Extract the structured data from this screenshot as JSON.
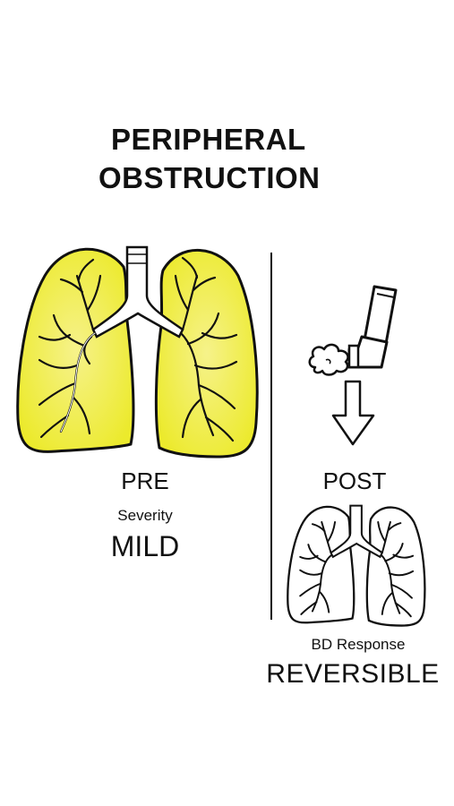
{
  "title": {
    "line1": "PERIPHERAL",
    "line2": "OBSTRUCTION"
  },
  "pre": {
    "label": "PRE",
    "severity_label": "Severity",
    "severity_value": "MILD",
    "lung_color": "#f0ec3a"
  },
  "post": {
    "label": "POST",
    "response_label": "BD Response",
    "response_value": "REVERSIBLE",
    "lung_color": "#ffffff"
  },
  "icons": [
    "lungs-icon",
    "inhaler-icon",
    "puff-cloud-icon",
    "down-arrow-icon"
  ]
}
